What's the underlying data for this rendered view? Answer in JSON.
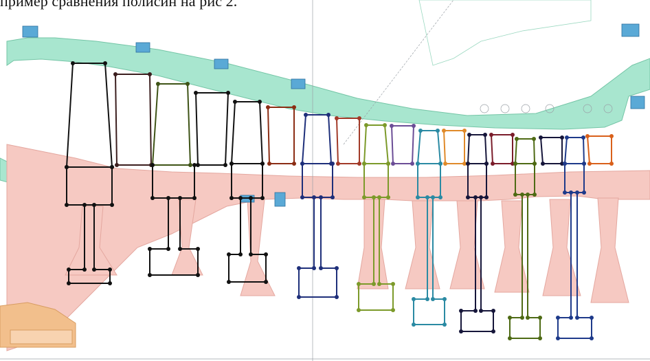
{
  "caption": "пример сравнения полисин на рис 2.",
  "colors": {
    "background": "#ffffff",
    "casing": "#a8e6cf",
    "casing_outline": "#74c5a6",
    "rotor": "#f6c9c2",
    "rotor_outline": "#e4a79f",
    "bearing": "#f2bf8c",
    "blue_parts": "#5aa9d6",
    "stage_colors": [
      "#111111",
      "#3b1e1e",
      "#3e5316",
      "#111111",
      "#111111",
      "#8b2d14",
      "#1e2f7a",
      "#a23a28",
      "#7c9a2a",
      "#6b4d96",
      "#2a8aa3",
      "#e08a2a",
      "#111111",
      "#7a1c2a",
      "#4e6a14",
      "#16163a",
      "#1e3a8a",
      "#d9601a"
    ]
  },
  "model": {
    "stage_count": 18,
    "stage_boxes": "blade and disk outlines",
    "annotation": "leader line"
  }
}
